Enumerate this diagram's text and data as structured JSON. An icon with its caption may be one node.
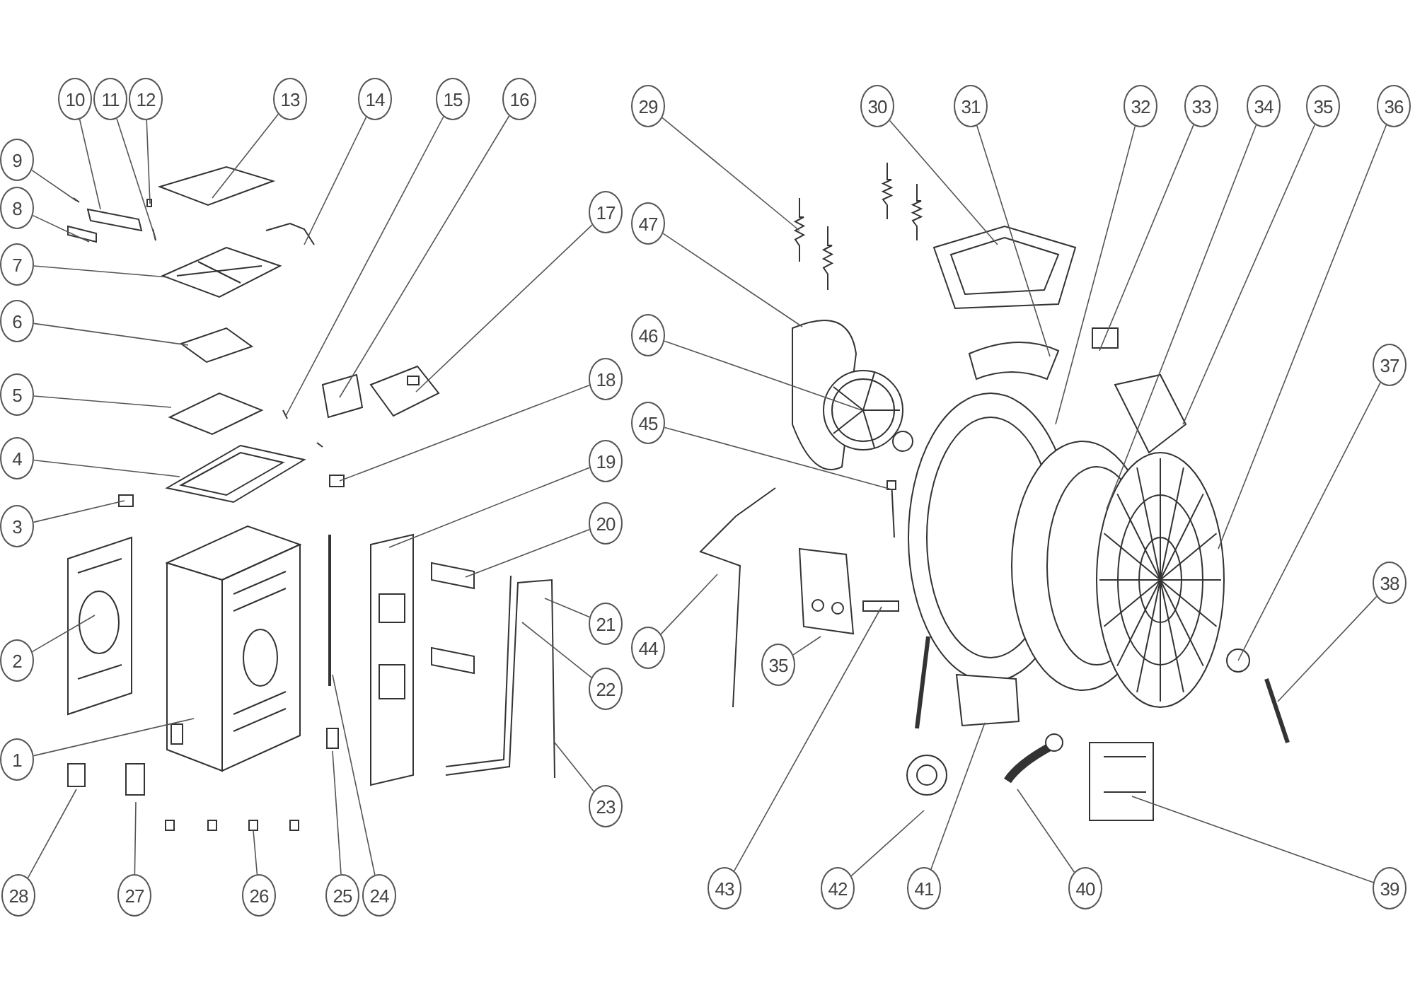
{
  "diagram": {
    "nodes": [
      {
        "text": [
          "1"
        ]
      },
      {
        "text": [
          "2"
        ]
      },
      {
        "text": [
          "3"
        ]
      },
      {
        "text": [
          "4"
        ]
      },
      {
        "text": [
          "5"
        ]
      },
      {
        "text": [
          "6"
        ]
      },
      {
        "text": [
          "7"
        ]
      },
      {
        "text": [
          "8"
        ]
      },
      {
        "text": [
          "9"
        ]
      },
      {
        "text": [
          "10"
        ]
      },
      {
        "text": [
          "11"
        ]
      },
      {
        "text": [
          "12"
        ]
      },
      {
        "text": [
          "13"
        ]
      },
      {
        "text": [
          "14"
        ]
      },
      {
        "text": [
          "15"
        ]
      },
      {
        "text": [
          "16"
        ]
      },
      {
        "text": [
          "17"
        ]
      },
      {
        "text": [
          "18"
        ]
      },
      {
        "text": [
          "19"
        ]
      },
      {
        "text": [
          "20"
        ]
      },
      {
        "text": [
          "21"
        ]
      },
      {
        "text": [
          "22"
        ]
      },
      {
        "text": [
          "23"
        ]
      },
      {
        "text": [
          "24"
        ]
      },
      {
        "text": [
          "25"
        ]
      },
      {
        "text": [
          "26"
        ]
      },
      {
        "text": [
          "27"
        ]
      },
      {
        "text": [
          "28"
        ]
      },
      {
        "text": [
          "29"
        ]
      },
      {
        "text": [
          "30"
        ]
      },
      {
        "text": [
          "31"
        ]
      },
      {
        "text": [
          "32"
        ]
      },
      {
        "text": [
          "33"
        ]
      },
      {
        "text": [
          "34"
        ]
      },
      {
        "text": [
          "35"
        ]
      },
      {
        "text": [
          "35"
        ]
      },
      {
        "text": [
          "36"
        ]
      },
      {
        "text": [
          "37"
        ]
      },
      {
        "text": [
          "38"
        ]
      },
      {
        "text": [
          "39"
        ]
      },
      {
        "text": [
          "40"
        ]
      },
      {
        "text": [
          "41"
        ]
      },
      {
        "text": [
          "42"
        ]
      },
      {
        "text": [
          "43"
        ]
      },
      {
        "text": [
          "44"
        ]
      },
      {
        "text": [
          "45"
        ]
      },
      {
        "text": [
          "46"
        ]
      },
      {
        "text": [
          "47"
        ]
      }
    ],
    "edges": [
      {
        "from": 0,
        "to": null,
        "arrow": "none"
      },
      {
        "from": 1,
        "to": null,
        "arrow": "none"
      },
      {
        "from": 2,
        "to": null,
        "arrow": "none"
      },
      {
        "from": 3,
        "to": null,
        "arrow": "none"
      },
      {
        "from": 4,
        "to": null,
        "arrow": "none"
      },
      {
        "from": 5,
        "to": null,
        "arrow": "none"
      },
      {
        "from": 6,
        "to": null,
        "arrow": "none"
      },
      {
        "from": 7,
        "to": null,
        "arrow": "none"
      },
      {
        "from": 8,
        "to": null,
        "arrow": "none"
      },
      {
        "from": 9,
        "to": null,
        "arrow": "none"
      },
      {
        "from": 10,
        "to": null,
        "arrow": "none"
      },
      {
        "from": 11,
        "to": null,
        "arrow": "none"
      },
      {
        "from": 12,
        "to": null,
        "arrow": "none"
      },
      {
        "from": 13,
        "to": null,
        "arrow": "none"
      },
      {
        "from": 14,
        "to": null,
        "arrow": "none"
      },
      {
        "from": 15,
        "to": null,
        "arrow": "none"
      },
      {
        "from": 16,
        "to": null,
        "arrow": "none"
      },
      {
        "from": 17,
        "to": null,
        "arrow": "none"
      },
      {
        "from": 18,
        "to": null,
        "arrow": "none"
      },
      {
        "from": 19,
        "to": null,
        "arrow": "none"
      },
      {
        "from": 20,
        "to": null,
        "arrow": "none"
      },
      {
        "from": 21,
        "to": null,
        "arrow": "none"
      },
      {
        "from": 22,
        "to": null,
        "arrow": "none"
      },
      {
        "from": 23,
        "to": null,
        "arrow": "none"
      },
      {
        "from": 24,
        "to": null,
        "arrow": "none"
      },
      {
        "from": 25,
        "to": null,
        "arrow": "none"
      },
      {
        "from": 26,
        "to": null,
        "arrow": "none"
      },
      {
        "from": 27,
        "to": null,
        "arrow": "none"
      },
      {
        "from": 28,
        "to": null,
        "arrow": "none"
      },
      {
        "from": 29,
        "to": null,
        "arrow": "none"
      },
      {
        "from": 30,
        "to": null,
        "arrow": "none"
      },
      {
        "from": 31,
        "to": null,
        "arrow": "none"
      },
      {
        "from": 32,
        "to": null,
        "arrow": "none"
      },
      {
        "from": 33,
        "to": null,
        "arrow": "none"
      },
      {
        "from": 34,
        "to": null,
        "arrow": "none"
      },
      {
        "from": 35,
        "to": null,
        "arrow": "none"
      },
      {
        "from": 36,
        "to": null,
        "arrow": "none"
      },
      {
        "from": 37,
        "to": null,
        "arrow": "none"
      },
      {
        "from": 38,
        "to": null,
        "arrow": "none"
      },
      {
        "from": 39,
        "to": null,
        "arrow": "none"
      },
      {
        "from": 40,
        "to": null,
        "arrow": "none"
      },
      {
        "from": 41,
        "to": null,
        "arrow": "none"
      },
      {
        "from": 42,
        "to": null,
        "arrow": "none"
      },
      {
        "from": 43,
        "to": null,
        "arrow": "none"
      },
      {
        "from": 44,
        "to": null,
        "arrow": "none"
      },
      {
        "from": 45,
        "to": null,
        "arrow": "none"
      },
      {
        "from": 46,
        "to": null,
        "arrow": "none"
      },
      {
        "from": 47,
        "to": null,
        "arrow": "none"
      }
    ]
  }
}
